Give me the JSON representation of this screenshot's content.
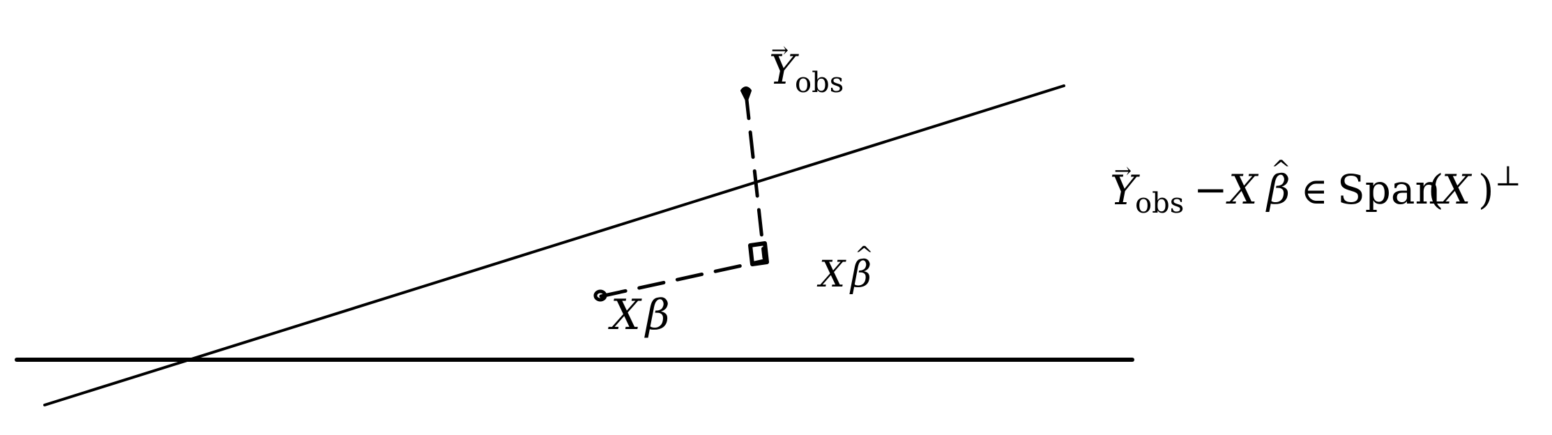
{
  "labels": {
    "y_obs": {
      "main": "Y",
      "sub": "obs",
      "arrow": "→"
    },
    "x_beta_hat": {
      "x": "X",
      "beta": "β",
      "hat": "^"
    },
    "x_beta": {
      "x": "X",
      "beta": "β"
    },
    "residual_equation": {
      "y": "Y",
      "y_sub": "obs",
      "arrow": "→",
      "minus": "−",
      "x": "X",
      "beta": "β",
      "hat": "^",
      "in": "∈",
      "span": "Span",
      "open_paren": "(",
      "span_x": "X",
      "close_paren": ")",
      "perp": "⊥"
    }
  },
  "colors": {
    "ink": "#000000",
    "background": "#ffffff"
  }
}
